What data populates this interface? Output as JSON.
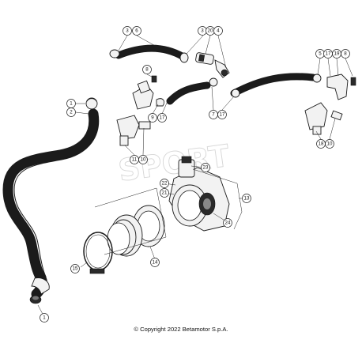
{
  "copyright": "© Copyright 2022 Betamotor S.p.A.",
  "watermark": "SPORT",
  "callouts": [
    "1",
    "2",
    "3",
    "6",
    "3",
    "20",
    "4",
    "8",
    "9",
    "17",
    "7",
    "17",
    "5",
    "17",
    "19",
    "8",
    "18",
    "10",
    "11",
    "10",
    "22",
    "23",
    "21",
    "13",
    "24",
    "14",
    "15",
    "1"
  ],
  "colors": {
    "line": "#1b1b1b",
    "hose": "#1b1b1b",
    "background": "#ffffff"
  }
}
